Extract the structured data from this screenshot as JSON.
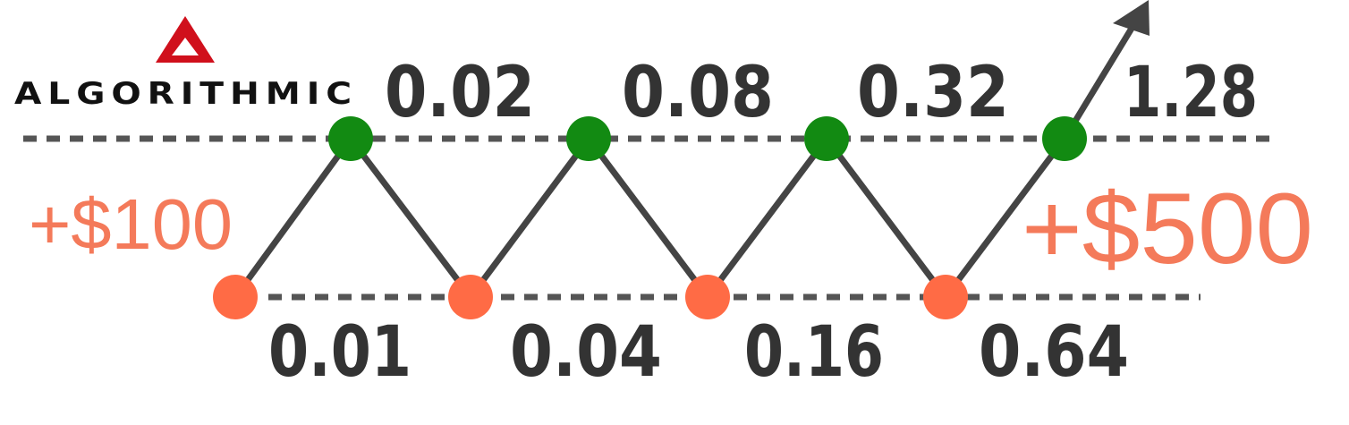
{
  "brand": {
    "name": "ALGORITHMIC",
    "logo_color": "#d0101c"
  },
  "colors": {
    "line": "#444444",
    "dashed_line": "#555555",
    "win_dot": "#128a12",
    "loss_dot": "#ff6b45",
    "profit_text": "#f47a5a",
    "lot_text": "#333333"
  },
  "upper_lots": [
    "0.02",
    "0.08",
    "0.32",
    "1.28"
  ],
  "lower_lots": [
    "0.01",
    "0.04",
    "0.16",
    "0.64"
  ],
  "profit_small": "+$100",
  "profit_large": "+$500"
}
